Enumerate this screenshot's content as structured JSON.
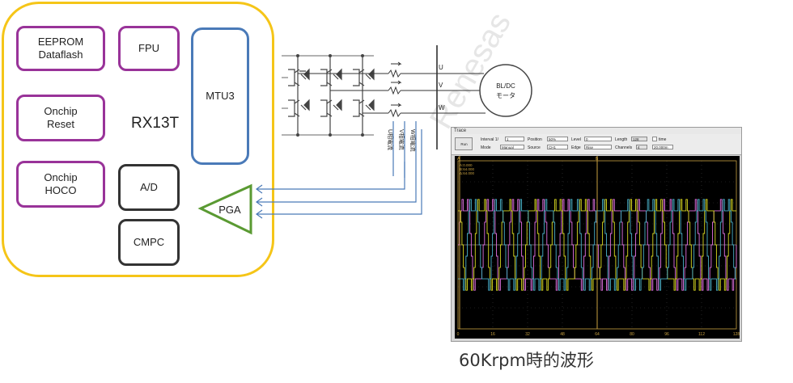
{
  "mcu": {
    "name": "RX13T",
    "blocks": {
      "eeprom": [
        "EEPROM",
        "Dataflash"
      ],
      "fpu": "FPU",
      "mtu3": "MTU3",
      "reset": [
        "Onchip",
        "Reset"
      ],
      "hoco": [
        "Onchip",
        "HOCO"
      ],
      "ad": "A/D",
      "cmpc": "CMPC"
    }
  },
  "pga": "PGA",
  "inverter": {
    "phases": [
      "U",
      "V",
      "W"
    ],
    "current_labels": [
      "U相電流",
      "V相電流",
      "W相電流"
    ]
  },
  "motor": {
    "line1": "BL/DC",
    "line2": "モータ"
  },
  "watermark": "Renesas",
  "scope": {
    "title": "Trace",
    "run_button": "Run",
    "labels": {
      "interval": "Interval 1/",
      "position": "Position",
      "level": "Level",
      "length": "Length",
      "time": "time",
      "mode": "Mode",
      "source": "Source",
      "edge": "Edge",
      "channels": "Channels"
    },
    "values": {
      "interval": "1",
      "position": "50%",
      "level": "0",
      "length": "128",
      "mode": "Manual",
      "source": "CH1",
      "edge": "Rise",
      "channels": "4",
      "window": "20.000m"
    },
    "cursor_label": "A",
    "cursor_label_b": "B",
    "readout": [
      "A:0.000",
      "B:64.000",
      "Δ:64.000"
    ],
    "x_ticks": [
      "0",
      "16",
      "32",
      "48",
      "64",
      "80",
      "96",
      "112",
      "128"
    ],
    "colors": {
      "u": "#e070e0",
      "v": "#d8d820",
      "w": "#4ab0c8",
      "cursor": "#c8a040",
      "background": "#000000"
    }
  },
  "caption": "60Krpm時的波形"
}
